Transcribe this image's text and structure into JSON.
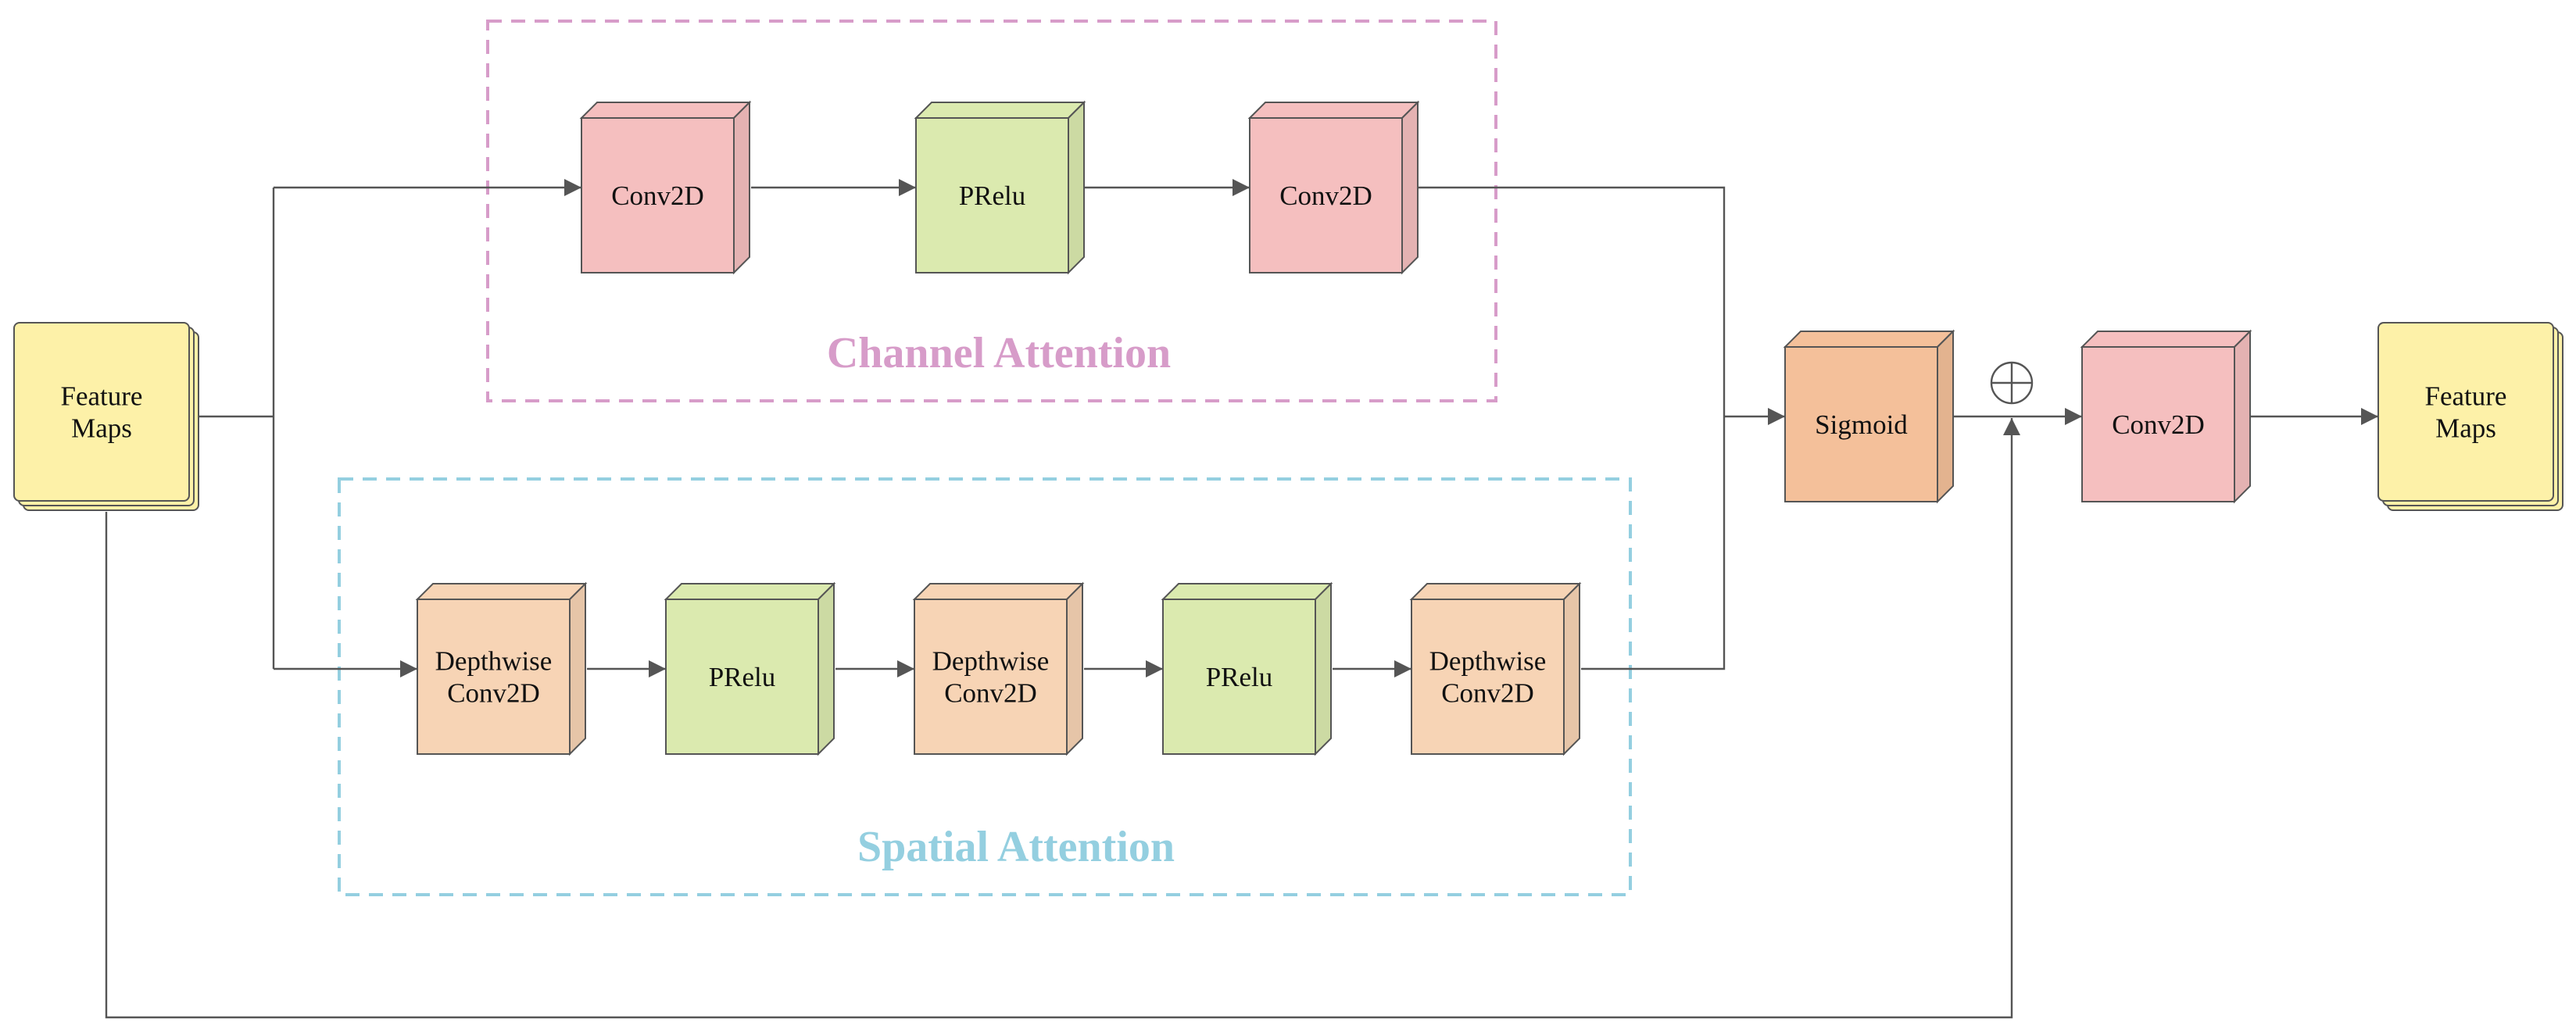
{
  "colors": {
    "feature": "#fdf1a8",
    "conv": "#f5bfbf",
    "prelu": "#dbeaaf",
    "depthwise": "#f7d4b5",
    "sigmoid": "#f4c09a",
    "channel_attention": "#d79cc9",
    "spatial_attention": "#94cfe0",
    "line": "#555555"
  },
  "groups": {
    "channel": {
      "label": "Channel Attention"
    },
    "spatial": {
      "label": "Spatial Attention"
    }
  },
  "nodes": {
    "input": {
      "lines": [
        "Feature",
        "Maps"
      ]
    },
    "ca_conv1": {
      "lines": [
        "Conv2D"
      ]
    },
    "ca_prelu": {
      "lines": [
        "PRelu"
      ]
    },
    "ca_conv2": {
      "lines": [
        "Conv2D"
      ]
    },
    "sa_dw1": {
      "lines": [
        "Depthwise",
        "Conv2D"
      ]
    },
    "sa_prelu1": {
      "lines": [
        "PRelu"
      ]
    },
    "sa_dw2": {
      "lines": [
        "Depthwise",
        "Conv2D"
      ]
    },
    "sa_prelu2": {
      "lines": [
        "PRelu"
      ]
    },
    "sa_dw3": {
      "lines": [
        "Depthwise",
        "Conv2D"
      ]
    },
    "sigmoid": {
      "lines": [
        "Sigmoid"
      ]
    },
    "final_conv": {
      "lines": [
        "Conv2D"
      ]
    },
    "output": {
      "lines": [
        "Feature",
        "Maps"
      ]
    }
  },
  "add_icon": "circled-plus-icon"
}
